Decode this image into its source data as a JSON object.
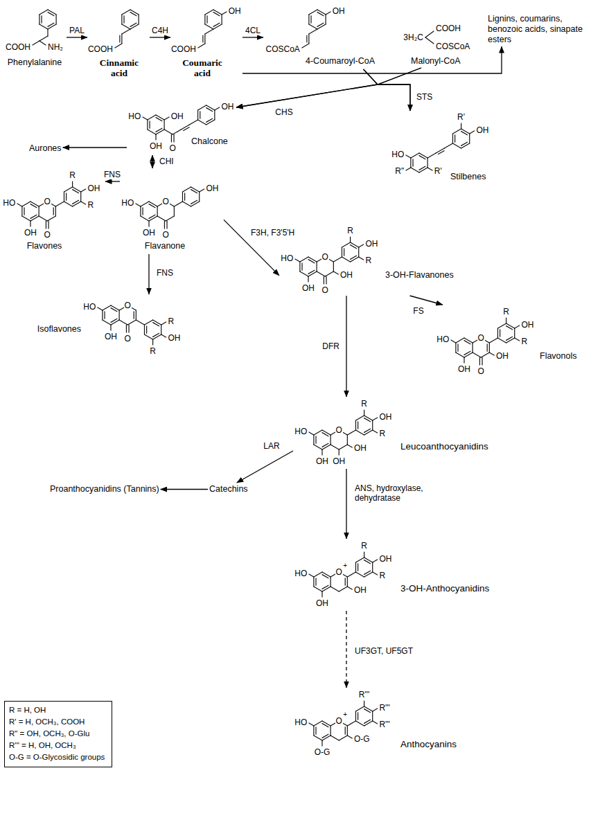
{
  "diagram": {
    "nodes": [
      {
        "text": [
          "COOH",
          "NH₂",
          "Phenylalanine"
        ]
      },
      {
        "text": [
          "COOH",
          "Cinnamic acid"
        ]
      },
      {
        "text": [
          "OH",
          "COOH",
          "Coumaric acid"
        ]
      },
      {
        "text": [
          "Lignins, coumarins, benozoic acids, sinapate esters"
        ]
      },
      {
        "text": [
          "OH",
          "COSCoA",
          "4-Coumaroyl-CoA"
        ]
      },
      {
        "text": [
          "3H₂C",
          "COOH",
          "COSCoA",
          "Malonyl-CoA"
        ]
      },
      {
        "text": [
          "HO",
          "OH",
          "OH",
          "O",
          "OH",
          "Chalcone"
        ]
      },
      {
        "text": [
          "Aurones"
        ]
      },
      {
        "text": [
          "R'",
          "OH",
          "HO",
          "R'",
          "R\"",
          "Stilbenes"
        ]
      },
      {
        "text": [
          "HO",
          "O",
          "OH",
          "OH",
          "O",
          "Flavanone"
        ]
      },
      {
        "text": [
          "HO",
          "O",
          "R",
          "OH",
          "R",
          "OH",
          "O",
          "Flavones"
        ]
      },
      {
        "text": [
          "HO",
          "O",
          "OH",
          "O",
          "R",
          "OH",
          "R",
          "Isoflavones"
        ]
      },
      {
        "text": [
          "HO",
          "O",
          "R",
          "OH",
          "R",
          "OH",
          "OH",
          "O",
          "3-OH-Flavanones"
        ]
      },
      {
        "text": [
          "HO",
          "O",
          "R",
          "OH",
          "R",
          "OH",
          "OH",
          "O",
          "Flavonols"
        ]
      },
      {
        "text": [
          "HO",
          "O",
          "R",
          "OH",
          "R",
          "OH",
          "OH",
          "OH",
          "Leucoanthocyanidins"
        ]
      },
      {
        "text": [
          "Catechins"
        ]
      },
      {
        "text": [
          "Proanthocyanidins (Tannins)"
        ]
      },
      {
        "text": [
          "HO",
          "O",
          "+",
          "R",
          "OH",
          "R",
          "OH",
          "OH",
          "3-OH-Anthocyanidins"
        ]
      },
      {
        "text": [
          "HO",
          "O",
          "+",
          "R'''",
          "R'''",
          "R'''",
          "O-G",
          "O-G",
          "Anthocyanins"
        ]
      },
      {
        "text": [
          "R = H, OH",
          "R' = H, OCH₃, COOH",
          "R\" = OH, OCH₃, O-Glu",
          "R''' = H, OH, OCH₃",
          "O-G = O-Glycosidic groups"
        ]
      }
    ],
    "edges": [
      {
        "from": 0,
        "to": 1,
        "label": "PAL",
        "arrow": "to"
      },
      {
        "from": 1,
        "to": 2,
        "label": "C4H",
        "arrow": "to"
      },
      {
        "from": 2,
        "to": 4,
        "label": "4CL",
        "arrow": "to"
      },
      {
        "from": 2,
        "to": 3,
        "arrow": "to"
      },
      {
        "from": 4,
        "to": 6,
        "label": "CHS",
        "arrow": "to"
      },
      {
        "from": 5,
        "to": 6,
        "arrow": "to"
      },
      {
        "from": 4,
        "to": 8,
        "label": "STS",
        "arrow": "to"
      },
      {
        "from": 5,
        "to": 8,
        "arrow": "to"
      },
      {
        "from": 6,
        "to": 7,
        "arrow": "to"
      },
      {
        "from": 6,
        "to": 9,
        "label": "CHI",
        "arrow": "both"
      },
      {
        "from": 9,
        "to": 10,
        "label": "FNS",
        "arrow": "to"
      },
      {
        "from": 9,
        "to": 11,
        "label": "FNS",
        "arrow": "to"
      },
      {
        "from": 9,
        "to": 12,
        "label": "F3H, F3'5'H",
        "arrow": "to"
      },
      {
        "from": 12,
        "to": 13,
        "label": "FS",
        "arrow": "to"
      },
      {
        "from": 12,
        "to": 14,
        "label": "DFR",
        "arrow": "to"
      },
      {
        "from": 14,
        "to": 15,
        "label": "LAR",
        "arrow": "to"
      },
      {
        "from": 15,
        "to": 16,
        "arrow": "to"
      },
      {
        "from": 14,
        "to": 17,
        "label": "ANS, hydroxylase, dehydratase",
        "arrow": "to"
      },
      {
        "from": 17,
        "to": 18,
        "label": "UF3GT, UF5GT",
        "arrow": "to"
      }
    ]
  }
}
